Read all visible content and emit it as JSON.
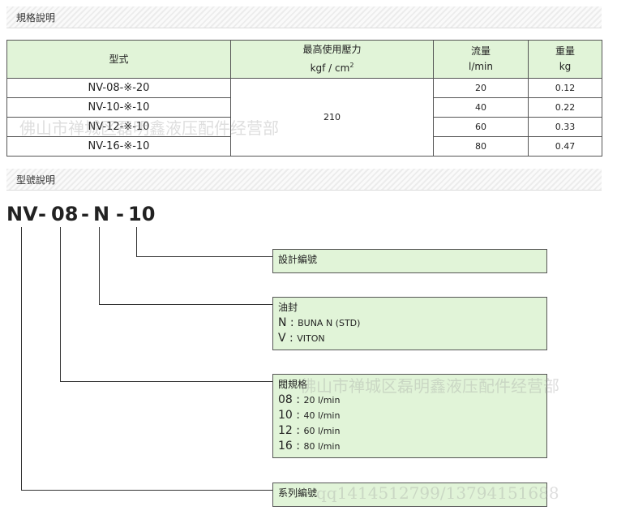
{
  "section1": {
    "title": "規格說明"
  },
  "table": {
    "headers": {
      "model": "型式",
      "pressure_line1": "最高使用壓力",
      "pressure_line2": "kgf / cm",
      "pressure_sup": "2",
      "flow_line1": "流量",
      "flow_line2": "l/min",
      "weight_line1": "重量",
      "weight_line2": "kg"
    },
    "pressure": "210",
    "rows": [
      {
        "model": "NV-08-※-20",
        "flow": "20",
        "weight": "0.12"
      },
      {
        "model": "NV-10-※-10",
        "flow": "40",
        "weight": "0.22"
      },
      {
        "model": "NV-12-※-10",
        "flow": "60",
        "weight": "0.33"
      },
      {
        "model": "NV-16-※-10",
        "flow": "80",
        "weight": "0.47"
      }
    ]
  },
  "section2": {
    "title": "型號說明"
  },
  "code": {
    "p1": "NV",
    "d1": "-",
    "p2": "08",
    "d2": "-",
    "p3": "N",
    "d3": "-",
    "p4": "10"
  },
  "boxes": {
    "design": {
      "title": "設計編號"
    },
    "seal": {
      "title": "油封",
      "items": [
        {
          "k": "N",
          "sep": " : ",
          "v": "BUNA N (STD)"
        },
        {
          "k": "V",
          "sep": " : ",
          "v": "VITON"
        }
      ]
    },
    "valve": {
      "title": "閥規格",
      "items": [
        {
          "k": "08",
          "sep": " : ",
          "v": "20 l/min"
        },
        {
          "k": "10",
          "sep": " : ",
          "v": "40 l/min"
        },
        {
          "k": "12",
          "sep": " : ",
          "v": "60 l/min"
        },
        {
          "k": "16",
          "sep": " : ",
          "v": "80 l/min"
        }
      ]
    },
    "series": {
      "title": "系列編號"
    }
  },
  "watermarks": {
    "w1": "佛山市禅城区磊明鑫液压配件经营部",
    "w2": "佛山市禅城区磊明鑫液压配件经营部",
    "w3": "qq1414512799/13794151688"
  }
}
